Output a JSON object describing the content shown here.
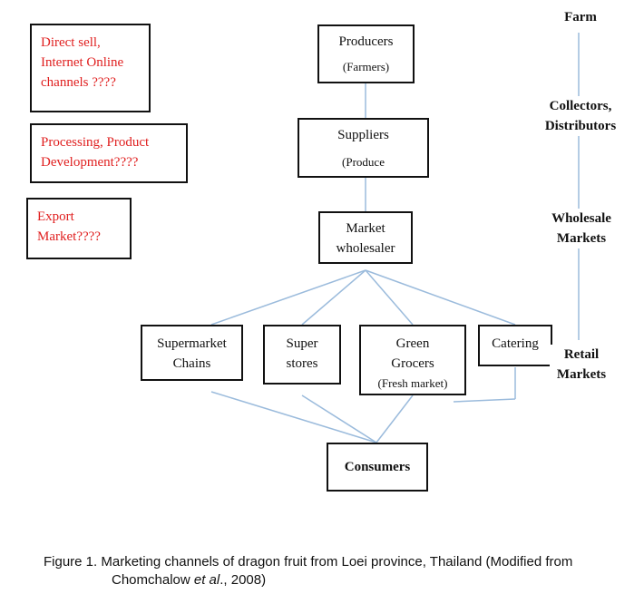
{
  "red_boxes": {
    "direct": [
      "Direct sell,",
      "Internet Online",
      "channels ????"
    ],
    "processing": [
      "Processing, Product",
      "Development????"
    ],
    "export": [
      "Export",
      "Market????"
    ]
  },
  "chain": {
    "producers": [
      "Producers",
      "(Farmers)"
    ],
    "suppliers": [
      "Suppliers",
      "(Produce"
    ],
    "wholesaler": [
      "Market",
      "wholesaler"
    ]
  },
  "retail": {
    "supermarket": [
      "Supermarket",
      "Chains"
    ],
    "super_stores": [
      "Super",
      "stores"
    ],
    "green_grocers": [
      "Green",
      "Grocers",
      "(Fresh market)"
    ],
    "catering": [
      "Catering"
    ]
  },
  "consumers": "Consumers",
  "stages": {
    "farm": "Farm",
    "collectors": [
      "Collectors,",
      "Distributors"
    ],
    "wholesale": [
      "Wholesale",
      "Markets"
    ],
    "retail": [
      "Retail",
      "Markets"
    ]
  },
  "caption": {
    "prefix": "Figure 1. Marketing channels of dragon fruit from Loei province, Thailand (Modified from",
    "author": "Chomchalow ",
    "etal": "et al",
    "suffix": "., 2008)"
  },
  "colors": {
    "connector": "#9bbbdc",
    "note_text": "#e02020"
  }
}
